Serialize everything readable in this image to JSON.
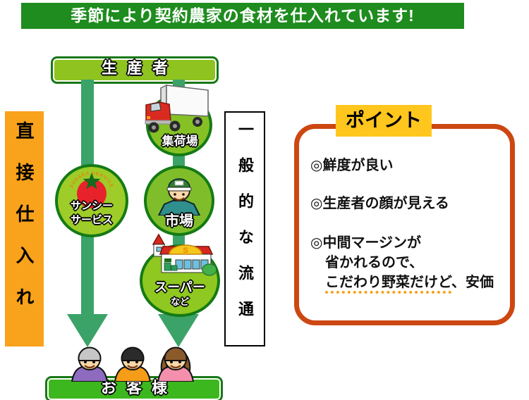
{
  "banner": {
    "text": "季節により契約農家の食材を仕入れています!"
  },
  "flow": {
    "producer_label": "生産者",
    "customer_label": "お客様",
    "direct_route_label": "直接仕入れ",
    "general_route_label": "一般的な流通",
    "sunsee_circle": {
      "line1": "サンシー",
      "line2": "サービス",
      "arc_text": "SUNSEA SERVICE"
    },
    "collection_label": "集荷場",
    "market_label": "市場",
    "supermarket_label": "スーパー",
    "supermarket_sub_label": "など",
    "awning_letter": "S"
  },
  "points": {
    "header": "ポイント",
    "item1": "◎鮮度が良い",
    "item2": "◎生産者の顔が見える",
    "item3_line1": "◎中間マージンが",
    "item3_line2": "省かれるので、",
    "item3_line3_underlined": "こだわり野菜だけど",
    "item3_line3_rest": "、安価"
  },
  "colors": {
    "banner_green": "#1E8C1E",
    "node_lime": "#8FC31F",
    "customer_green": "#3CB71E",
    "circle_border_green": "#157A15",
    "arrow_green": "#3BA368",
    "direct_orange": "#F9A21B",
    "points_border_red": "#CC4712",
    "points_header_yellow": "#FFC61E",
    "dotted_underline_orange": "#F9A11B",
    "tomato_red": "#E8222B"
  }
}
